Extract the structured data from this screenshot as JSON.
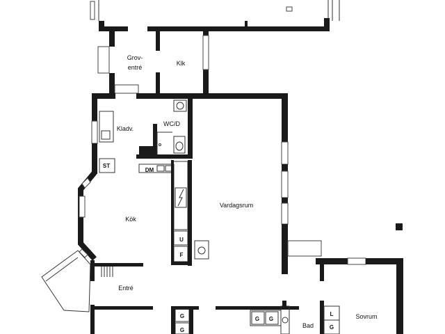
{
  "rooms": {
    "grov_line1": "Grov-",
    "grov_line2": "entré",
    "klk": "Klk",
    "kladv": "Kladv.",
    "wcd": "WC/D",
    "st": "ST",
    "dm": "DM",
    "kok": "Kök",
    "vardagsrum": "Vardagsrum",
    "u": "U",
    "f": "F",
    "entre": "Entré",
    "g1": "G",
    "g2": "G",
    "g3": "G",
    "g4": "G",
    "g5": "G",
    "bad": "Bad",
    "l": "L",
    "sovrum": "Sovrum"
  }
}
